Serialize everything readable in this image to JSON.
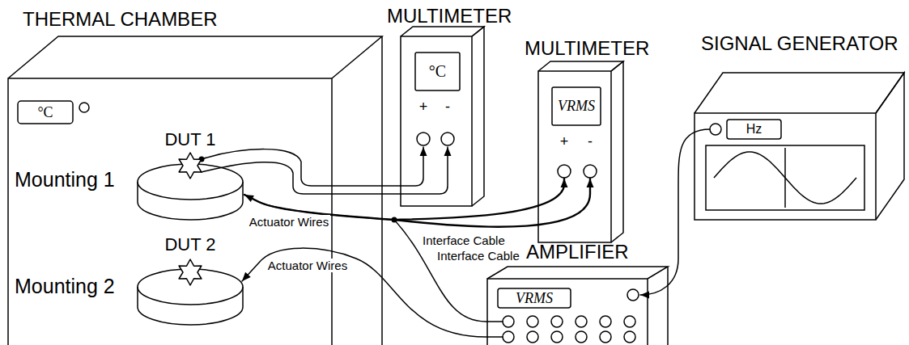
{
  "diagram": {
    "nodes": [
      {
        "text": [
          "THERMAL CHAMBER"
        ]
      },
      {
        "text": [
          "DUT 1",
          "Mounting 1"
        ],
        "in": 0
      },
      {
        "text": [
          "DUT 2",
          "Mounting 2"
        ],
        "in": 0
      },
      {
        "text": [
          "MULTIMETER",
          "°C",
          "+",
          "-"
        ]
      },
      {
        "text": [
          "MULTIMETER",
          "VRMS",
          "+",
          "-"
        ]
      },
      {
        "text": [
          "SIGNAL GENERATOR",
          "Hz"
        ]
      },
      {
        "text": [
          "AMPLIFIER",
          "VRMS"
        ]
      }
    ],
    "edges": [
      {
        "from": 1,
        "to": 3,
        "arrow": "to"
      },
      {
        "from": 6,
        "to": 1,
        "label": "Actuator Wires",
        "arrow": "to"
      },
      {
        "from": 6,
        "to": 2,
        "label": "Actuator Wires",
        "arrow": "to"
      },
      {
        "from": 1,
        "to": 4,
        "arrow": "to"
      },
      {
        "from": 5,
        "to": 6,
        "arrow": "to"
      }
    ],
    "labels": [
      "°C",
      "Interface Cable",
      "Interface Cable"
    ]
  }
}
